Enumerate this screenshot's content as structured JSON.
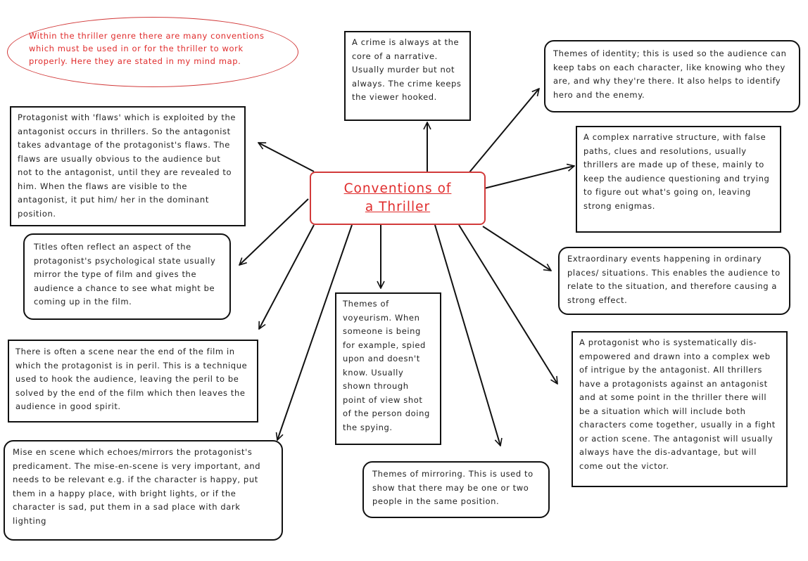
{
  "intro": "Within the thriller genre there are many conventions which must be used in or for the thriller to work properly. Here they are stated in my mind map.",
  "central": "Conventions of a Thriller",
  "nodes": {
    "crime": "A crime is always at the core of a narrative. Usually murder but not always. The crime keeps the viewer hooked.",
    "identity": "Themes of identity; this is used so the audience can keep tabs on each character, like knowing who they are, and why they're there. It also helps to identify hero and the enemy.",
    "protagonist_flaws": "Protagonist with 'flaws' which is exploited by the antagonist occurs in thrillers. So the antagonist takes advantage of the protagonist's flaws. The flaws are usually obvious to the audience but not to the antagonist, until they are revealed to him. When the flaws are visible to the antagonist, it put him/ her in the dominant position.",
    "narrative_structure": "A complex narrative structure, with false paths, clues and resolutions, usually thrillers are made up of these, mainly to keep the audience questioning and trying to figure out what's going on, leaving strong enigmas.",
    "titles": "Titles often reflect an aspect of the protagonist's psychological state usually mirror the type of film and gives the audience a chance to see what might be coming up in the film.",
    "extraordinary_events": "Extraordinary events happening in ordinary places/ situations. This enables the audience to relate to the situation, and therefore causing a strong effect.",
    "voyeurism": "Themes of voyeurism. When someone is being for example, spied upon and doesn't know. Usually shown through point of view shot of the person doing the spying.",
    "peril": "There is often a scene near the end of the film in which the protagonist is in peril. This is a technique used to hook the audience, leaving the peril to be solved by the end of the film which then leaves the audience in good spirit.",
    "disempowered": "A protagonist who is systematically dis-empowered and drawn into a complex web of intrigue by the antagonist. All thrillers have a protagonists against an antagonist and at some point in the thriller there will be a situation which will include both characters come together, usually in a fight or action scene. The antagonist will usually always have the dis-advantage, but will come out the victor.",
    "mise_en_scene": "Mise en scene which echoes/mirrors the protagonist's predicament. The mise-en-scene is very important, and needs to be relevant e.g. if the character is happy, put them in a happy place, with bright lights, or if the character is sad, put them in a sad place with dark lighting",
    "mirroring": "Themes of mirroring. This is used to show that there may be one or two people in the same position."
  },
  "colors": {
    "accent_red": "#e02c2c",
    "border": "#111111"
  }
}
